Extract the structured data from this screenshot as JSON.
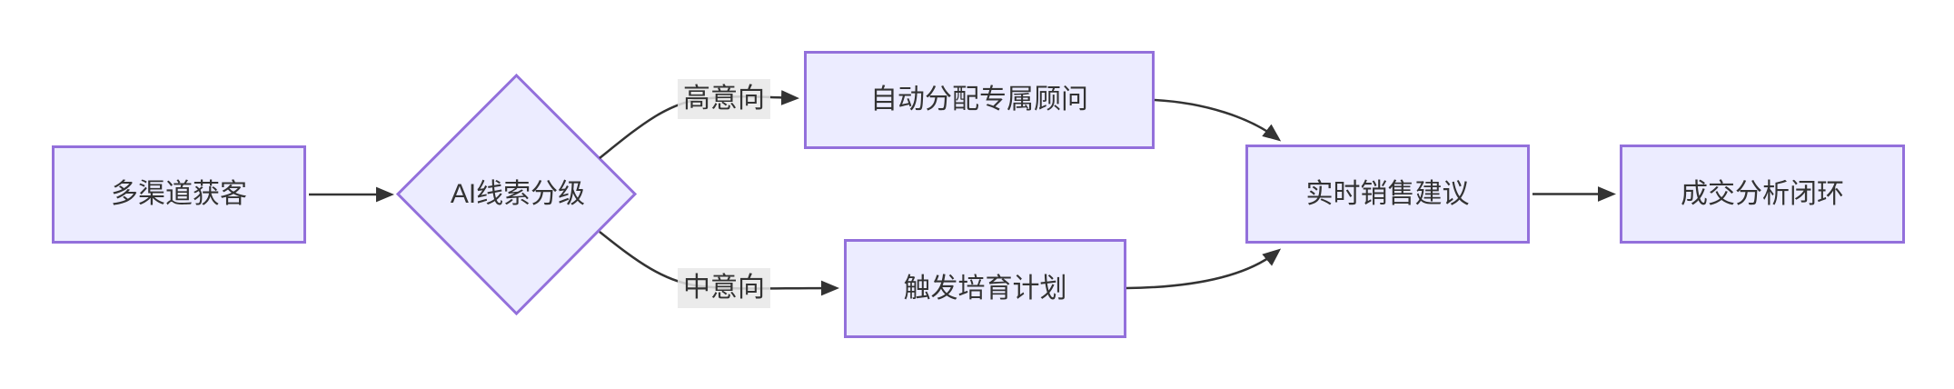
{
  "diagram": {
    "type": "flowchart",
    "direction": "left-to-right",
    "nodes": [
      {
        "id": "A",
        "shape": "rectangle",
        "label": "多渠道获客"
      },
      {
        "id": "B",
        "shape": "diamond",
        "label": "AI线索分级"
      },
      {
        "id": "C",
        "shape": "rectangle",
        "label": "自动分配专属顾问"
      },
      {
        "id": "D",
        "shape": "rectangle",
        "label": "触发培育计划"
      },
      {
        "id": "E",
        "shape": "rectangle",
        "label": "实时销售建议"
      },
      {
        "id": "F",
        "shape": "rectangle",
        "label": "成交分析闭环"
      }
    ],
    "edges": [
      {
        "from": "A",
        "to": "B",
        "label": ""
      },
      {
        "from": "B",
        "to": "C",
        "label": "高意向"
      },
      {
        "from": "B",
        "to": "D",
        "label": "中意向"
      },
      {
        "from": "C",
        "to": "E",
        "label": ""
      },
      {
        "from": "D",
        "to": "E",
        "label": ""
      },
      {
        "from": "E",
        "to": "F",
        "label": ""
      }
    ],
    "colors": {
      "background": "#ffffff",
      "node_fill": "#ECECFF",
      "node_border": "#9370DB",
      "edge_line": "#333333",
      "text": "#333333",
      "edge_label_background": "#e8e8e8"
    }
  }
}
